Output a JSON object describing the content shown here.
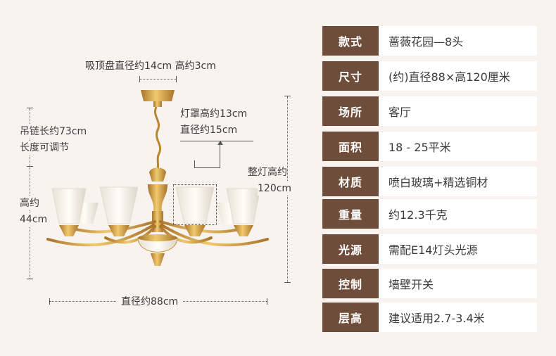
{
  "dimensions": {
    "ceiling_plate": "吸顶盘直径约14cm 高约3cm",
    "chain_line1": "吊链长约73cm",
    "chain_line2": "长度可调节",
    "shade_line1": "灯罩高约13cm",
    "shade_line2": "直径约15cm",
    "overall_height_line1": "整灯高约",
    "overall_height_line2": "120cm",
    "body_height_line1": "高约",
    "body_height_line2": "44cm",
    "diameter": "直径约88cm"
  },
  "colors": {
    "background": "#f8f3ef",
    "label_bg": "#6e4d3a",
    "brass": "#c9983f",
    "glass": "#f7f3ea"
  },
  "specs": [
    {
      "label": "款式",
      "value": "蔷薇花园—8头"
    },
    {
      "label": "尺寸",
      "value": "(约)直径88×高120厘米"
    },
    {
      "label": "场所",
      "value": "客厅"
    },
    {
      "label": "面积",
      "value": "18 - 25平米"
    },
    {
      "label": "材质",
      "value": "喷白玻璃+精选铜材"
    },
    {
      "label": "重量",
      "value": "约12.3千克"
    },
    {
      "label": "光源",
      "value": "需配E14灯头光源"
    },
    {
      "label": "控制",
      "value": "墙壁开关"
    },
    {
      "label": "层高",
      "value": "建议适用2.7-3.4米"
    }
  ]
}
